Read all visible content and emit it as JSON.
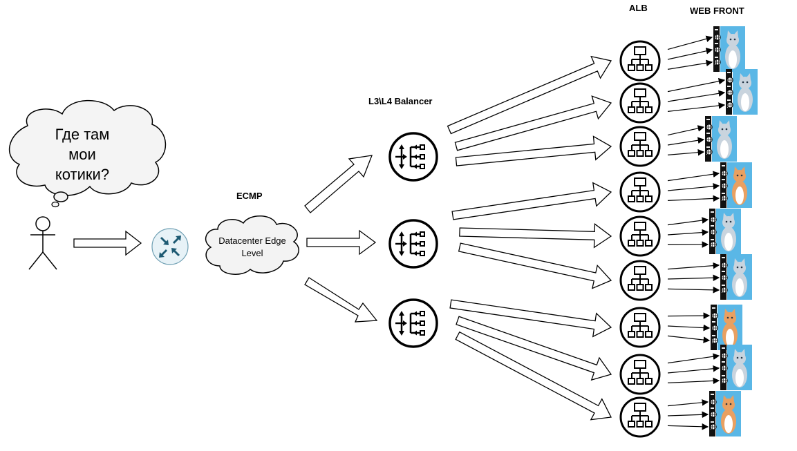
{
  "labels": {
    "alb": "ALB",
    "web_front": "WEB FRONT",
    "l3l4": "L3\\L4 Balancer",
    "ecmp": "ECMP",
    "thought_line1": "Где там",
    "thought_line2": "мои",
    "thought_line3": "котики?",
    "cloud_line1": "Datacenter Edge",
    "cloud_line2": "Level"
  },
  "colors": {
    "router_fill": "#e7f2f7",
    "router_arrows": "#1d5a73",
    "cloud_fill": "#f3f3f3",
    "cat_bg": "#5ab7e6"
  },
  "nodes": {
    "user": "person-icon",
    "router": "router-icon",
    "l3l4_balancers": 3,
    "alb_count": 9,
    "web_fronts": 9
  }
}
